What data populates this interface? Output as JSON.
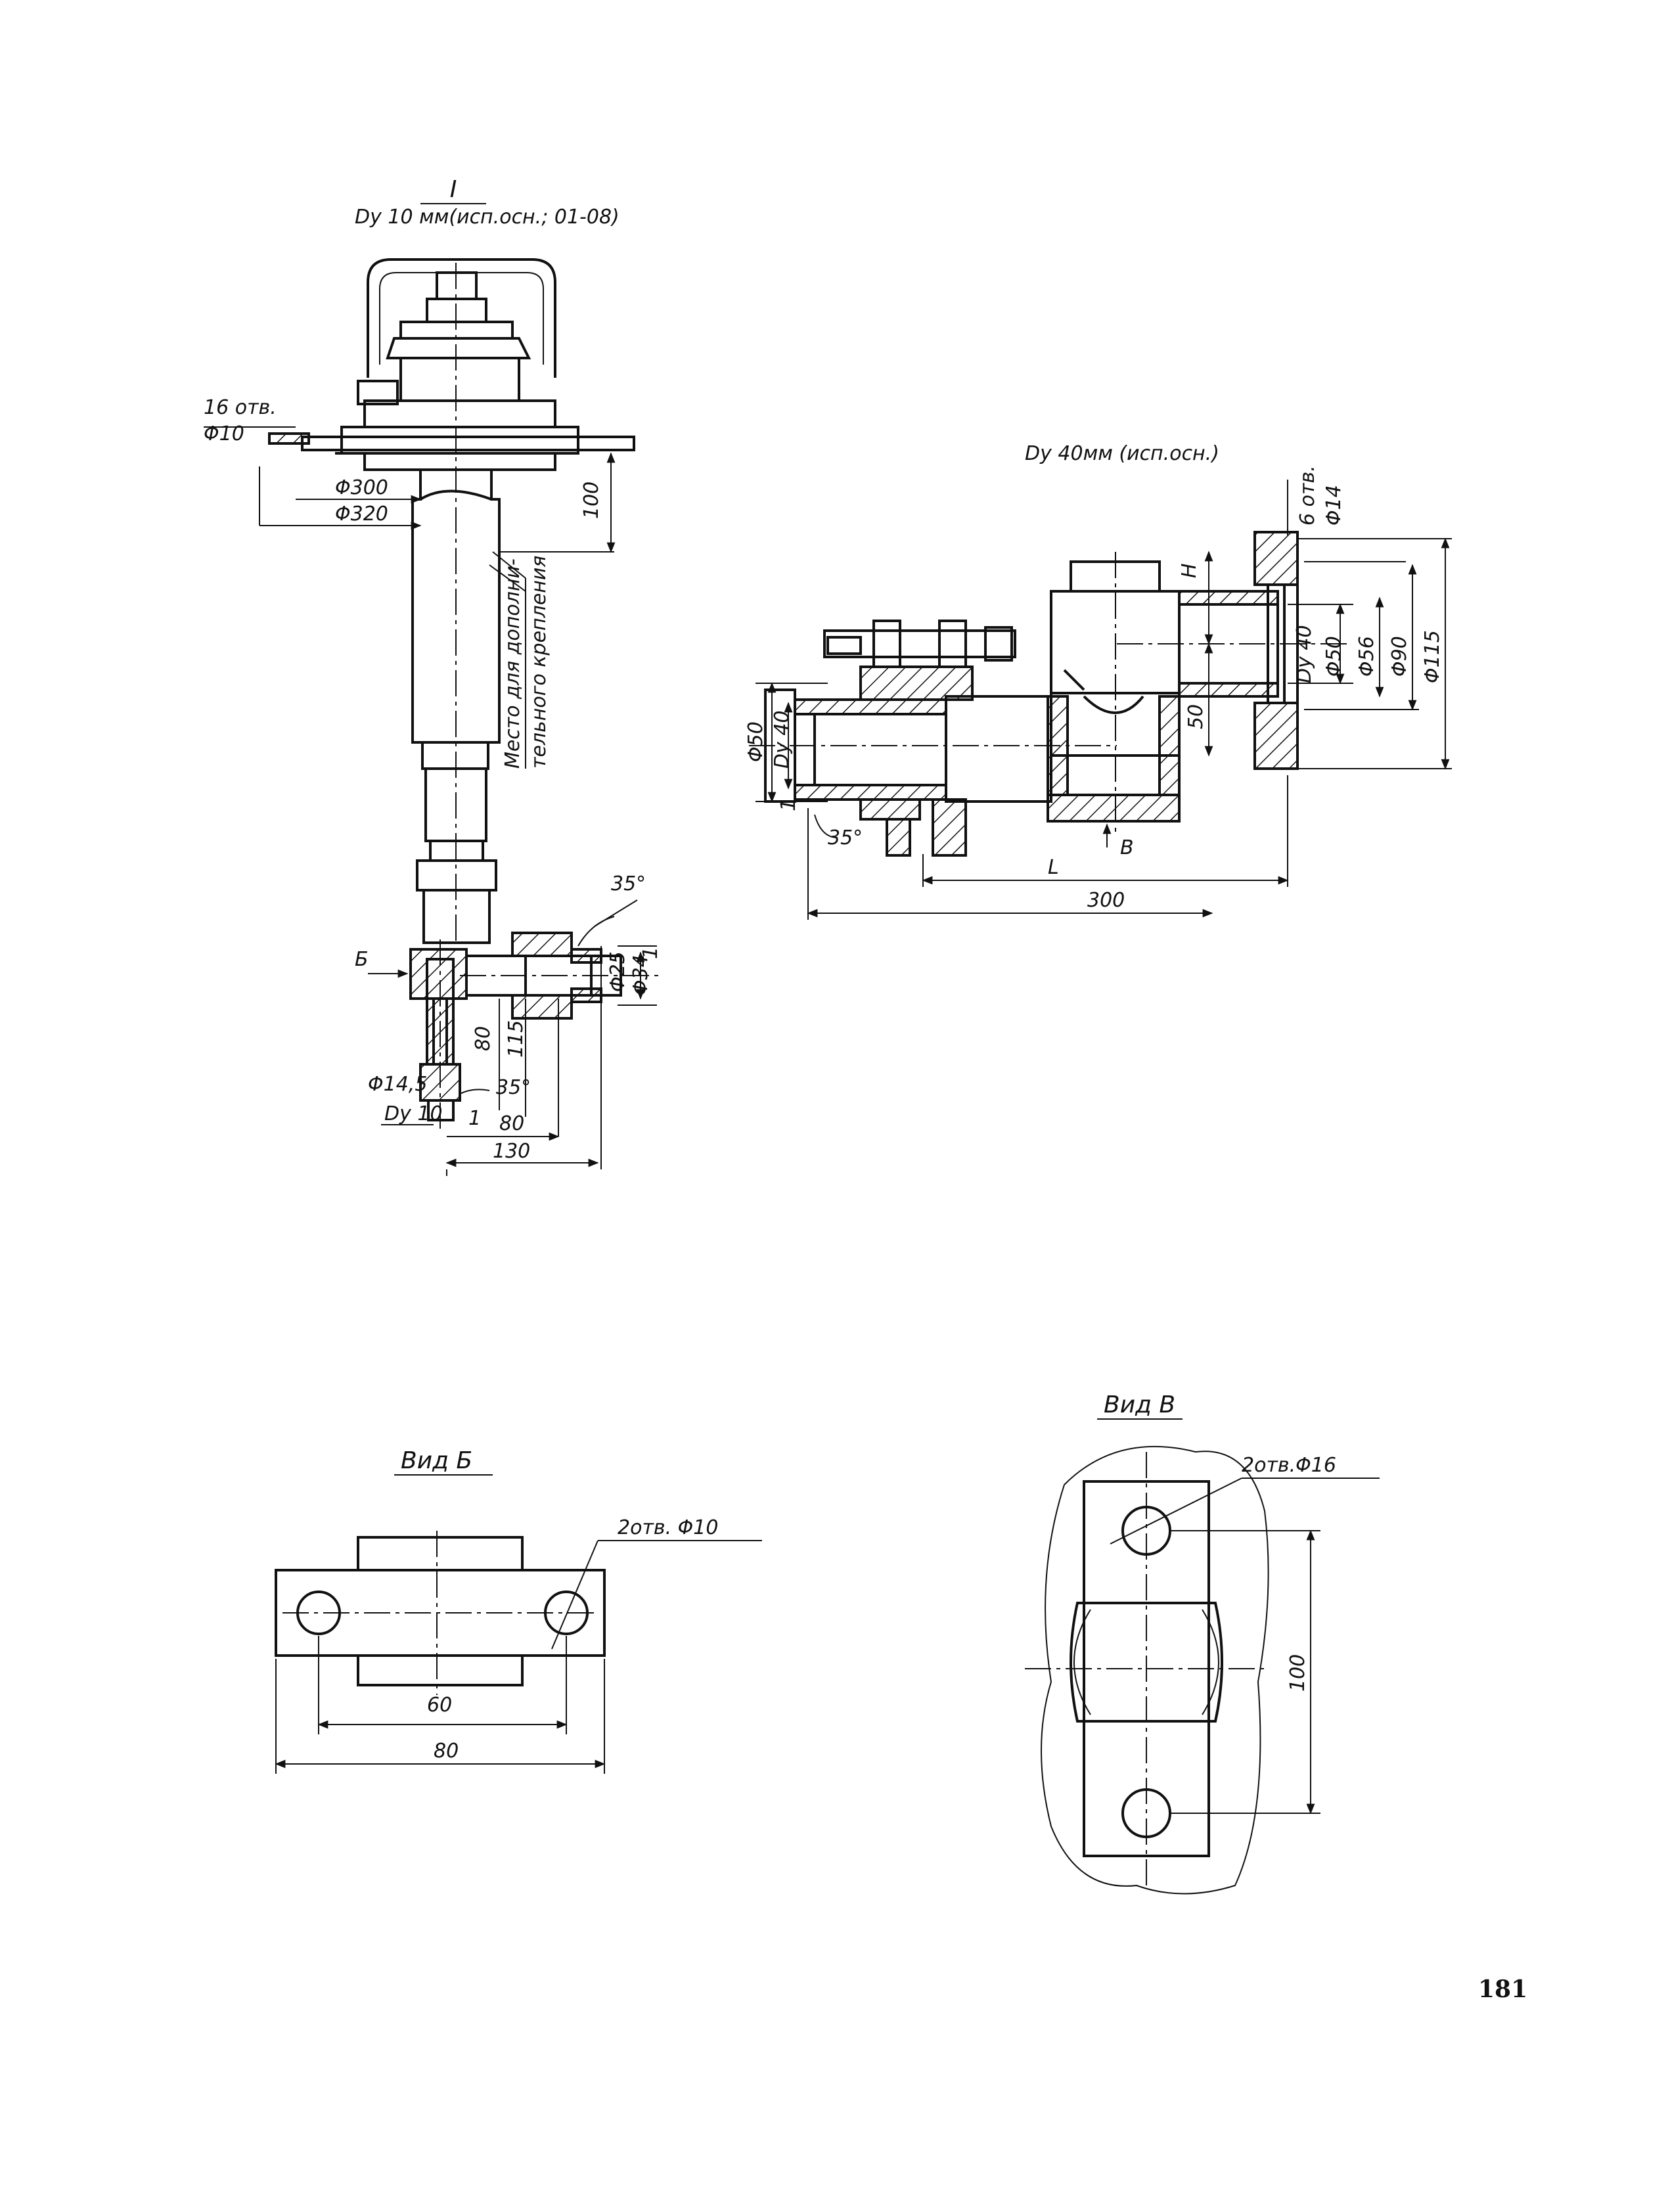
{
  "page_number": "181",
  "view_I": {
    "title": "I",
    "subtitle": "Dy 10 мм(исп.осн.; 01-08)",
    "holes": "16 отв.",
    "hole_dia": "Φ10",
    "dia_300": "Φ300",
    "dia_320": "Φ320",
    "dim_100": "100",
    "note": [
      "Место для дополни-",
      "тельного крепления"
    ],
    "angle_top": "35°",
    "label_b": "Б",
    "dia_25": "Φ25",
    "dia_34": "Φ34",
    "dim_1_top": "1",
    "dim_80_v": "80",
    "dim_115": "115",
    "dia_14_5": "Φ14,5",
    "angle_bottom": "35°",
    "dy10": "Dy 10",
    "dim_1": "1",
    "dim_80": "80",
    "dim_130": "130"
  },
  "view_Dy40": {
    "title": "Dy 40мм (исп.осн.)",
    "holes": "6 отв.",
    "hole_dia": "Φ14",
    "dim_H": "H",
    "dy40_r": "Dy 40",
    "dia_50_r": "Φ50",
    "dia_56": "Φ56",
    "dia_90": "Φ90",
    "dia_115": "Φ115",
    "dim_50": "50",
    "dia_50_l": "Φ50",
    "dy40_l": "Dy 40",
    "dim_1": "1",
    "angle": "35°",
    "label_v": "В",
    "dim_L": "L",
    "dim_300": "300"
  },
  "view_B": {
    "title": "Вид Б",
    "holes": "2отв. Φ10",
    "dim_60": "60",
    "dim_80": "80"
  },
  "view_V": {
    "title": "Вид В",
    "holes": "2отв.Φ16",
    "dim_100": "100"
  }
}
